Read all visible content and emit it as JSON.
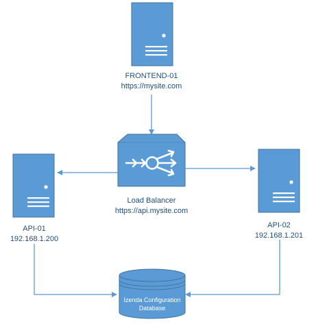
{
  "colors": {
    "node_fill": "#5b9bd5",
    "node_stroke": "#41719c",
    "edge": "#5b9bd5",
    "label": "#1f4e79",
    "glyph": "#ffffff"
  },
  "nodes": {
    "frontend": {
      "name": "FRONTEND-01",
      "address": "https://mysite.com",
      "icon": "server-icon"
    },
    "load_balancer": {
      "name": "Load Balancer",
      "address": "https://api.mysite.com",
      "icon": "load-balancer-icon"
    },
    "api_01": {
      "name": "API-01",
      "address": "192.168.1.200",
      "icon": "server-icon"
    },
    "api_02": {
      "name": "API-02",
      "address": "192.168.1.201",
      "icon": "server-icon"
    },
    "database": {
      "line1": "Izenda Configuration",
      "line2": "Database",
      "icon": "database-icon"
    }
  },
  "edges": [
    {
      "from": "FRONTEND-01",
      "to": "Load Balancer"
    },
    {
      "from": "Load Balancer",
      "to": "API-01"
    },
    {
      "from": "Load Balancer",
      "to": "API-02"
    },
    {
      "from": "API-01",
      "to": "Izenda Configuration Database"
    },
    {
      "from": "API-02",
      "to": "Izenda Configuration Database"
    }
  ]
}
